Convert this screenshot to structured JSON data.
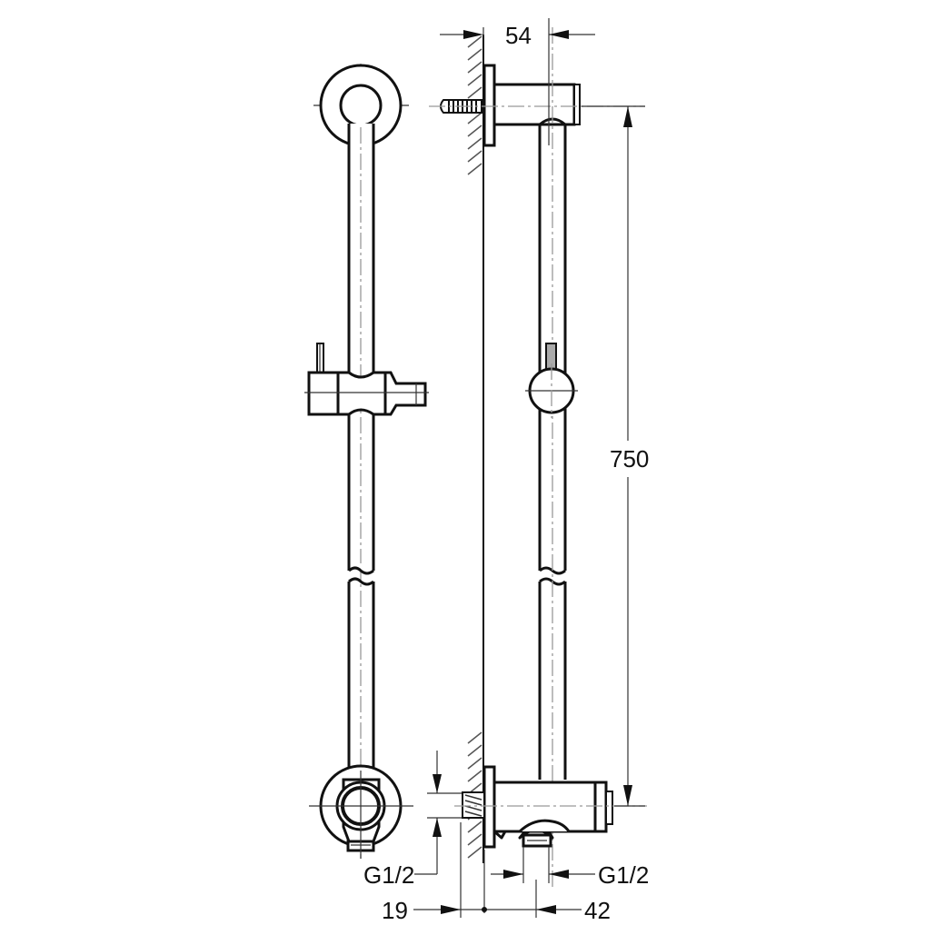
{
  "drawing": {
    "title": "Shower slide rail technical drawing",
    "views": [
      "front-view",
      "side-view"
    ],
    "line_color": "#111111",
    "centerline_color": "#999999",
    "background": "#ffffff"
  },
  "dimensions": {
    "top_projection": "54",
    "rail_length": "750",
    "bottom_left_thread": "G1/2",
    "bottom_right_thread": "G1/2",
    "wall_offset_left": "19",
    "outlet_offset_right": "42"
  }
}
